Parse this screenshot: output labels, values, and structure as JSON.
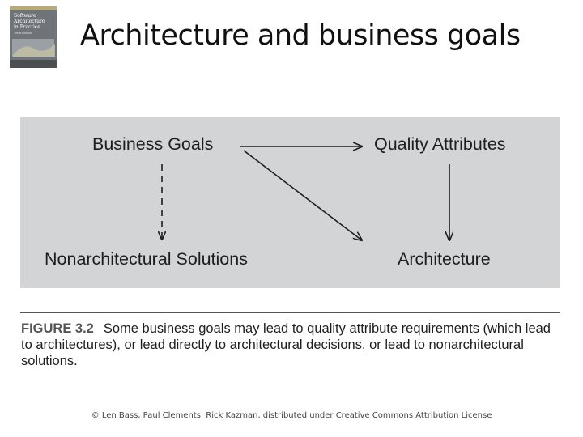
{
  "slide": {
    "title": "Architecture and business goals",
    "footer": "© Len Bass, Paul Clements, Rick Kazman, distributed under Creative Commons Attribution License"
  },
  "book_cover": {
    "title_lines": [
      "Software",
      "Architecture",
      "in Practice"
    ],
    "edition": "Third Edition",
    "colors": {
      "background": "#6f7478",
      "band": "#b9aa7a",
      "text": "#ffffff"
    }
  },
  "figure": {
    "nodes": {
      "business_goals": "Business Goals",
      "quality_attributes": "Quality Attributes",
      "nonarchitectural_solutions": "Nonarchitectural Solutions",
      "architecture": "Architecture"
    },
    "edges": [
      {
        "from": "business_goals",
        "to": "quality_attributes",
        "style": "solid"
      },
      {
        "from": "business_goals",
        "to": "architecture",
        "style": "solid"
      },
      {
        "from": "quality_attributes",
        "to": "architecture",
        "style": "solid"
      },
      {
        "from": "business_goals",
        "to": "nonarchitectural_solutions",
        "style": "dashed"
      }
    ],
    "caption_label": "FIGURE 3.2",
    "caption_text": "Some business goals may lead to quality attribute requirements (which lead to architectures), or lead directly to architectural decisions, or lead to nonarchitectural solutions.",
    "colors": {
      "panel": "#d3d4d6",
      "ink": "#1e1e1e"
    }
  }
}
